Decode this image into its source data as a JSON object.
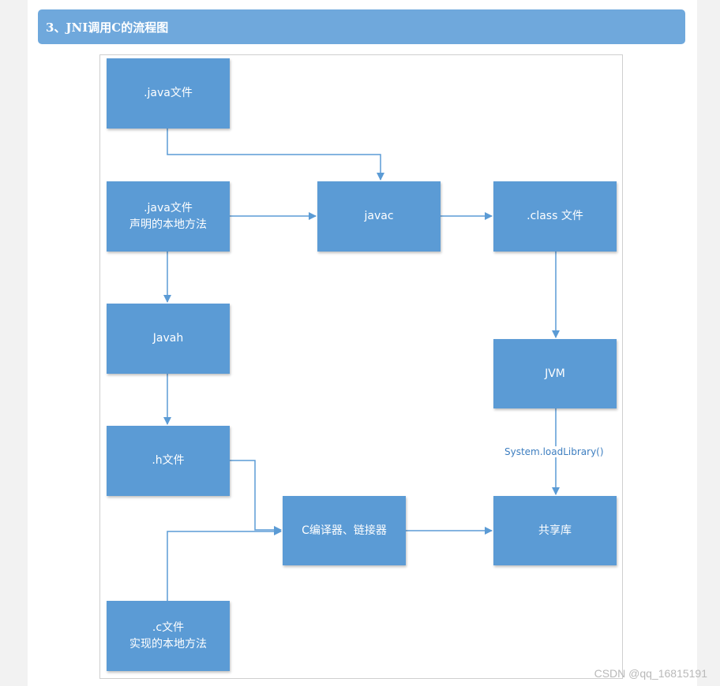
{
  "header": {
    "title": "3、JNI调用C的流程图"
  },
  "diagram": {
    "nodes": {
      "java_file": {
        "line1": ".java文件"
      },
      "java_native": {
        "line1": ".java文件",
        "line2": "声明的本地方法"
      },
      "javac": {
        "line1": "javac"
      },
      "class_file": {
        "line1": ".class 文件"
      },
      "javah": {
        "line1": "Javah"
      },
      "jvm": {
        "line1": "JVM"
      },
      "h_file": {
        "line1": ".h文件"
      },
      "c_compiler": {
        "line1": "C编译器、链接器"
      },
      "shared_lib": {
        "line1": "共享库"
      },
      "c_file": {
        "line1": ".c文件",
        "line2": "实现的本地方法"
      }
    },
    "edges": {
      "jvm_to_lib_label": "System.loadLibrary()"
    },
    "colors": {
      "node_fill": "#5b9bd5",
      "edge": "#5b9bd5",
      "header_bg": "#6fa8dc"
    }
  },
  "watermark": "CSDN @qq_16815191"
}
